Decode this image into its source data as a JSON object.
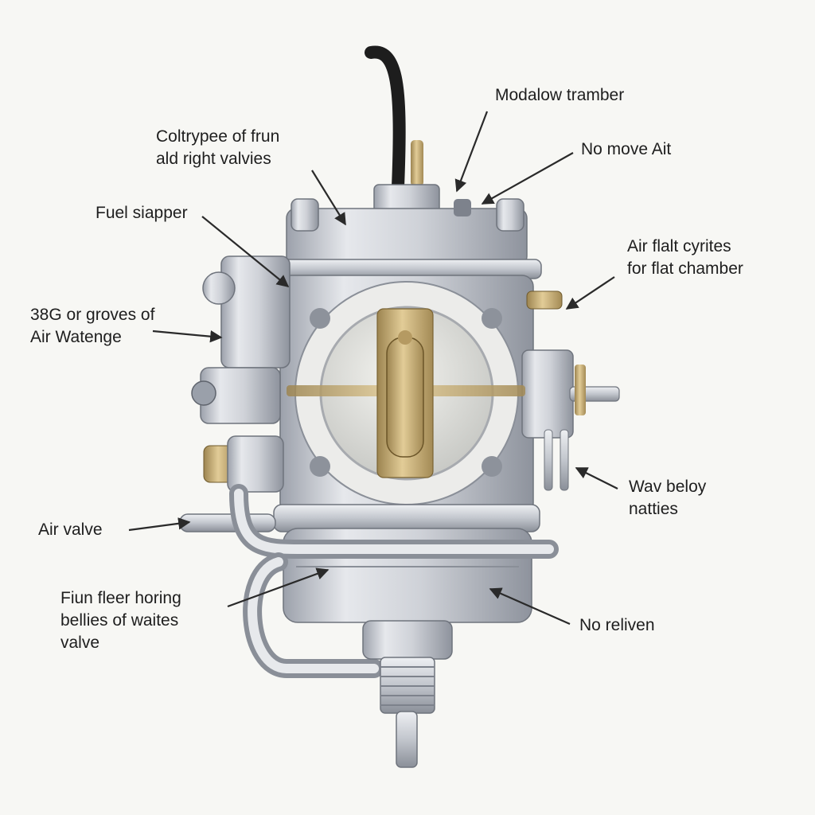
{
  "labels": {
    "top_center": {
      "lines": [
        "Modalow tramber"
      ]
    },
    "top_left": {
      "lines": [
        "Coltrypee of frun",
        "ald right valvies"
      ]
    },
    "top_right": {
      "lines": [
        "No move Ait"
      ]
    },
    "fuel": {
      "lines": [
        "Fuel siapper"
      ]
    },
    "right_mid": {
      "lines": [
        "Air flalt cyrites",
        "for flat chamber"
      ]
    },
    "left_mid": {
      "lines": [
        "38G or groves of",
        "Air Watenge"
      ]
    },
    "right_low": {
      "lines": [
        "Wav beloy",
        "natties"
      ]
    },
    "air_valve": {
      "lines": [
        "Air valve"
      ]
    },
    "bottom_left": {
      "lines": [
        "Fiun fleer horing",
        "bellies of waites",
        "valve"
      ]
    },
    "bottom_right": {
      "lines": [
        "No reliven"
      ]
    }
  },
  "colors": {
    "metal_light": "#e3e5ea",
    "metal_mid": "#b9bdc6",
    "metal_dark": "#7d828c",
    "brass": "#c9ad72",
    "hose": "#1d1d1d"
  }
}
